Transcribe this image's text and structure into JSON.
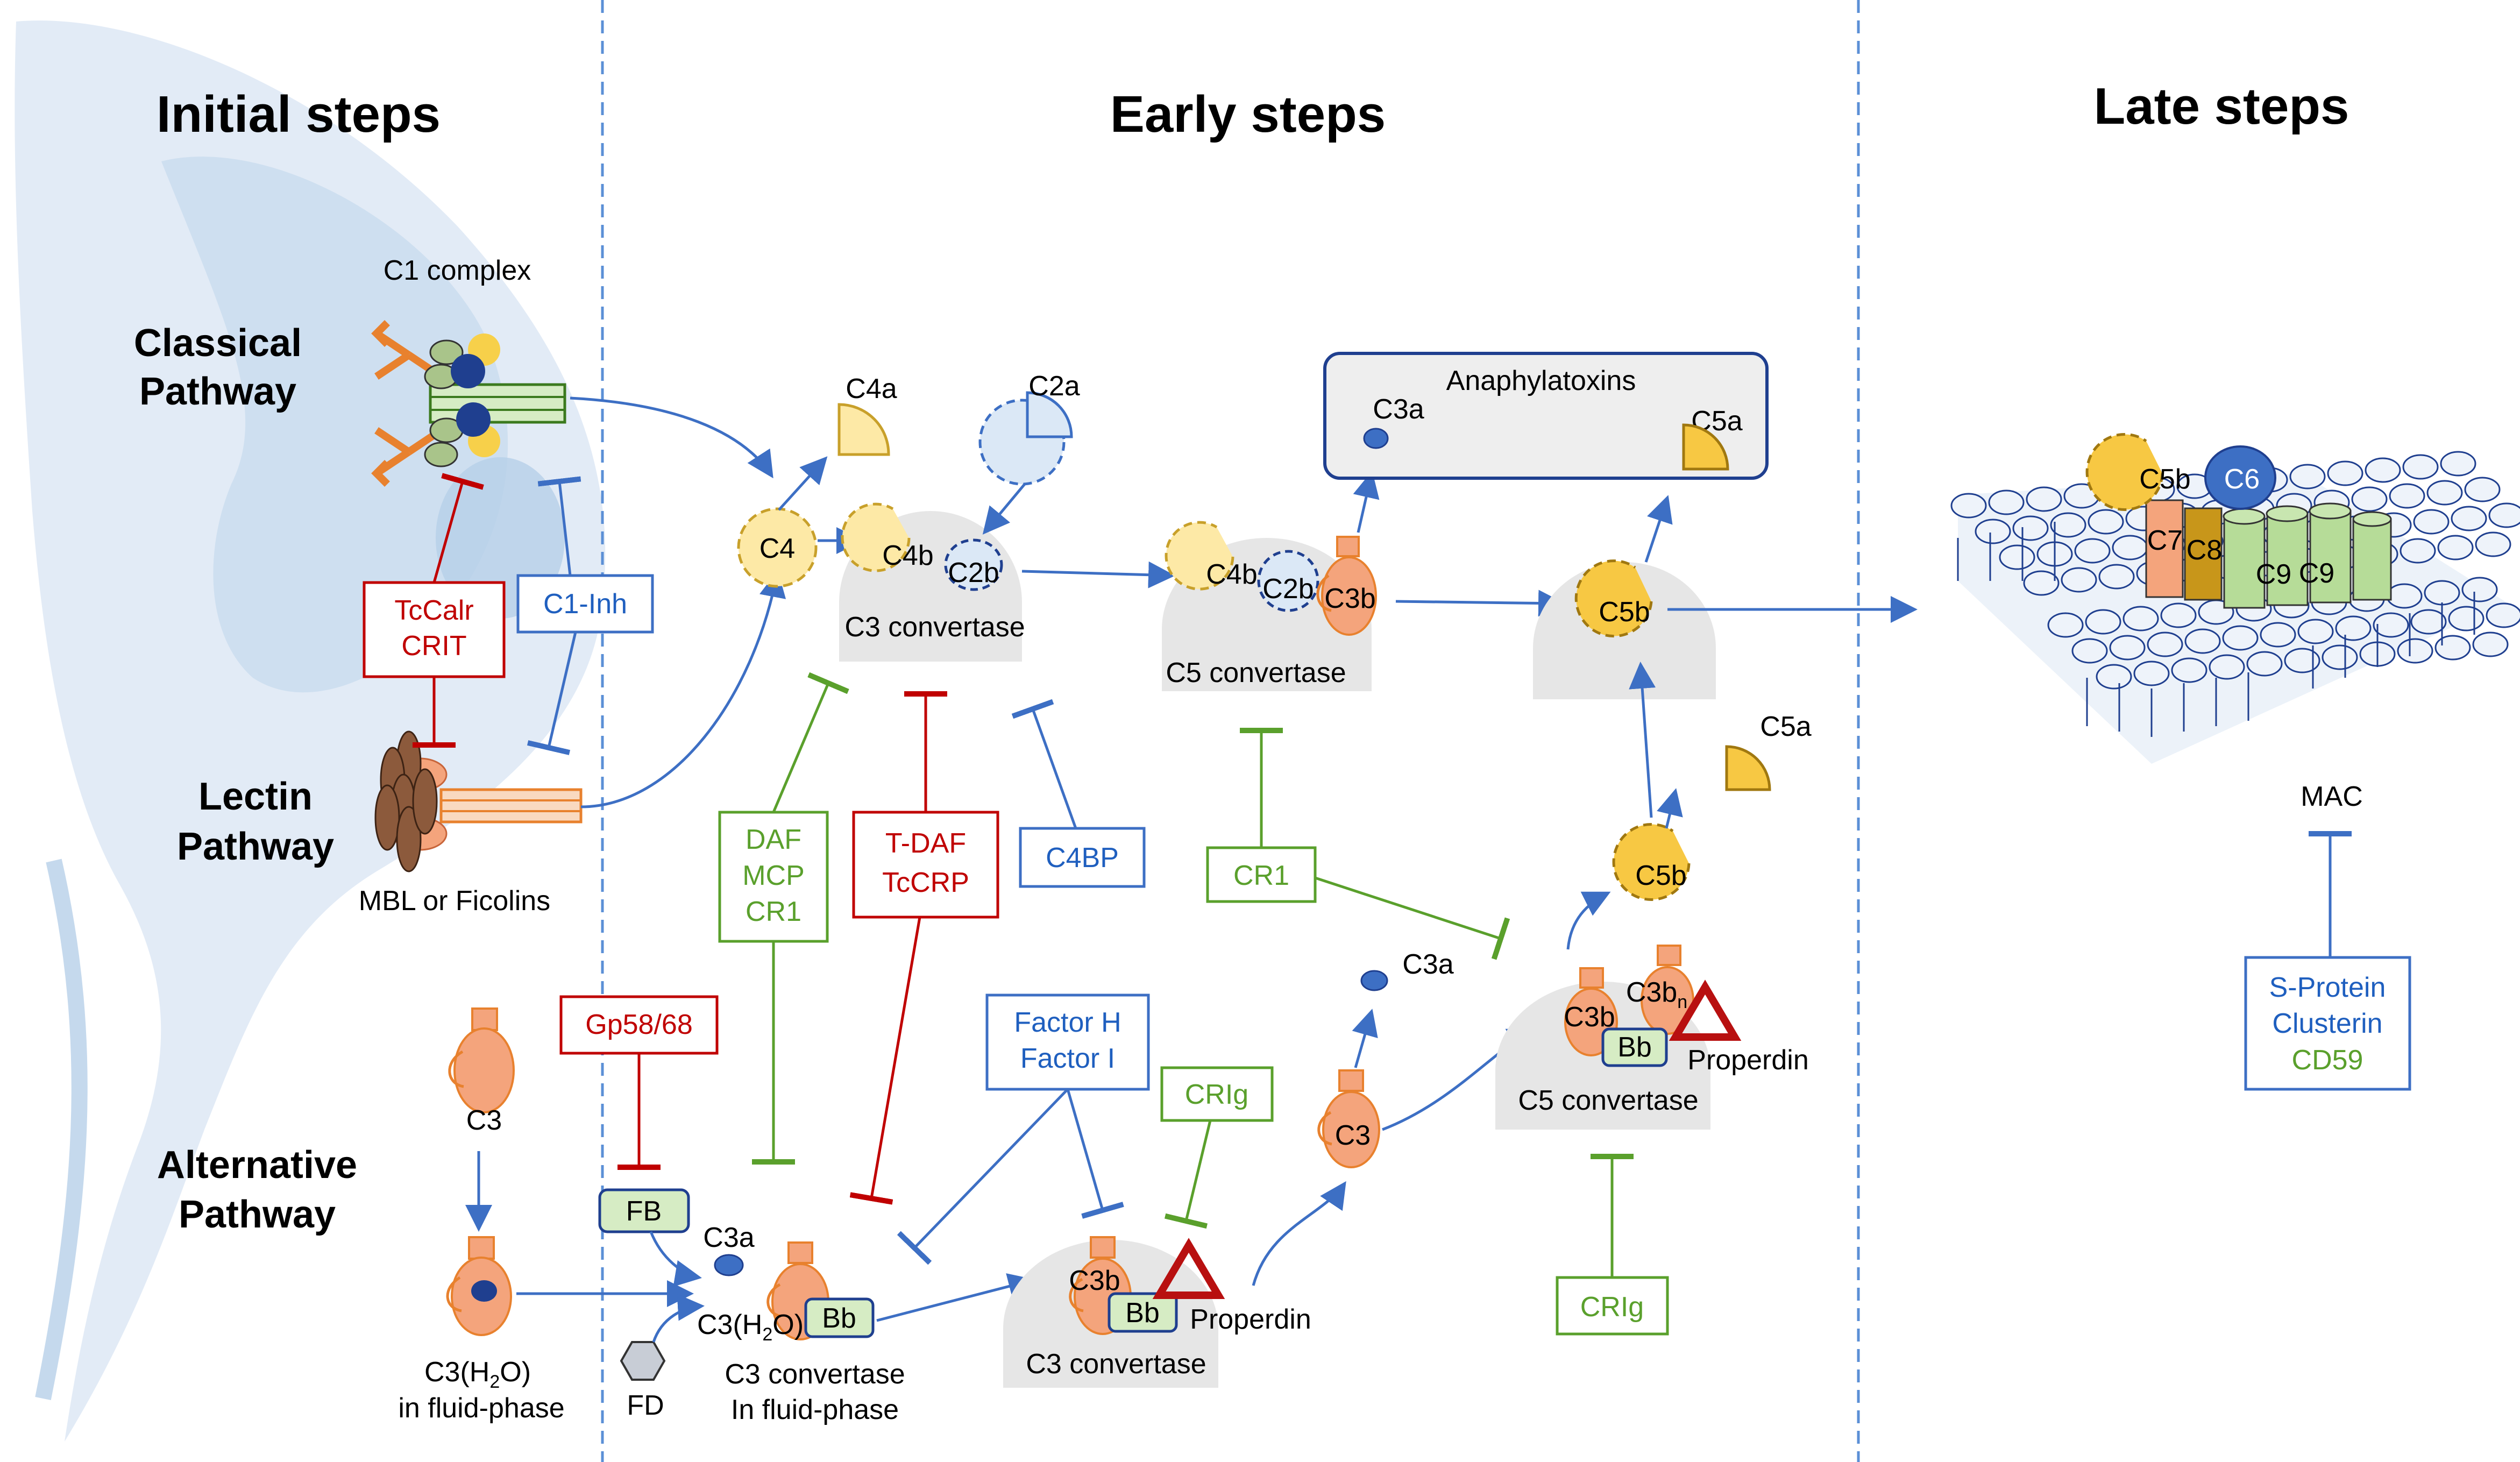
{
  "headers": {
    "initial": "Initial steps",
    "early": "Early steps",
    "late": "Late steps"
  },
  "pathways": {
    "classical_1": "Classical",
    "classical_2": "Pathway",
    "lectin_1": "Lectin",
    "lectin_2": "Pathway",
    "alternative_1": "Alternative",
    "alternative_2": "Pathway"
  },
  "labels": {
    "c1_complex": "C1 complex",
    "mbl_ficolins": "MBL or Ficolins",
    "c4": "C4",
    "c4a": "C4a",
    "c2a": "C2a",
    "c4b": "C4b",
    "c2b": "C2b",
    "c3_convertase": "C3 convertase",
    "c5_convertase": "C5 convertase",
    "c3b": "C3b",
    "c3bn": "C3b",
    "c3bn_sub": "n",
    "c3a": "C3a",
    "c5a": "C5a",
    "c5b": "C5b",
    "c6": "C6",
    "c7": "C7",
    "c8": "C8",
    "c9": "C9",
    "mac": "MAC",
    "anaphylatoxins": "Anaphylatoxins",
    "c3": "C3",
    "c3h2o_1": "C3(H",
    "c3h2o_sub": "2",
    "c3h2o_2": "O)",
    "fluid_phase": "in fluid-phase",
    "c3h2o_conv_1": "C3(H",
    "c3h2o_conv_2": "O)",
    "c3_conv_fluid_1": "C3 convertase",
    "c3_conv_fluid_2": "In fluid-phase",
    "fb": "FB",
    "fd": "FD",
    "bb": "Bb",
    "properdin": "Properdin"
  },
  "regulators": {
    "tccalr": "TcCalr",
    "crit": "CRIT",
    "c1_inh": "C1-Inh",
    "daf": "DAF",
    "mcp": "MCP",
    "cr1": "CR1",
    "t_daf": "T-DAF",
    "tccrp": "TcCRP",
    "c4bp": "C4BP",
    "cr1_b": "CR1",
    "gp58": "Gp58/68",
    "factor_h": "Factor H",
    "factor_i": "Factor I",
    "crig_1": "CRIg",
    "crig_2": "CRIg",
    "s_protein": "S-Protein",
    "clusterin": "Clusterin",
    "cd59": "CD59"
  },
  "colors": {
    "red": "#c00000",
    "blue": "#1f5fbf",
    "green": "#5aa02c",
    "orange": "#f4a47c",
    "yellow": "#f7c843",
    "pale_yellow": "#fde9a6",
    "pale_blue": "#dbe8f6",
    "gray_dome": "#e6e6e6",
    "divider": "#5b8fd6"
  }
}
